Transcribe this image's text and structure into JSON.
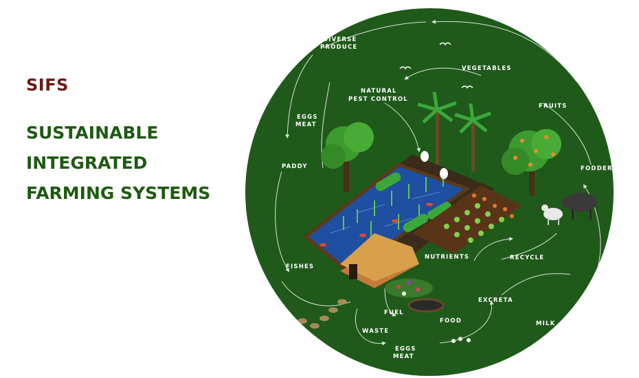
{
  "heading": {
    "abbreviation": "SIFS",
    "title_lines": [
      "SUSTAINABLE",
      "INTEGRATED",
      "FARMING SYSTEMS"
    ]
  },
  "diagram": {
    "background_color": "#1f5a1a",
    "labels": {
      "diverse_produce_1": "DIVERSE",
      "diverse_produce_2": "PRODUCE",
      "vegetables": "VEGETABLES",
      "natural_pest_1": "NATURAL",
      "natural_pest_2": "PEST CONTROL",
      "fruits": "FRUITS",
      "eggs_meat_top_1": "EGGS",
      "eggs_meat_top_2": "MEAT",
      "paddy": "PADDY",
      "fodder": "FODDER",
      "nutrients": "NUTRIENTS",
      "recycle": "RECYCLE",
      "fishes": "FISHES",
      "excreta": "EXCRETA",
      "fuel": "FUEL",
      "food": "FOOD",
      "waste": "WASTE",
      "milk": "MILK",
      "eggs_meat_bottom_1": "EGGS",
      "eggs_meat_bottom_2": "MEAT"
    }
  }
}
